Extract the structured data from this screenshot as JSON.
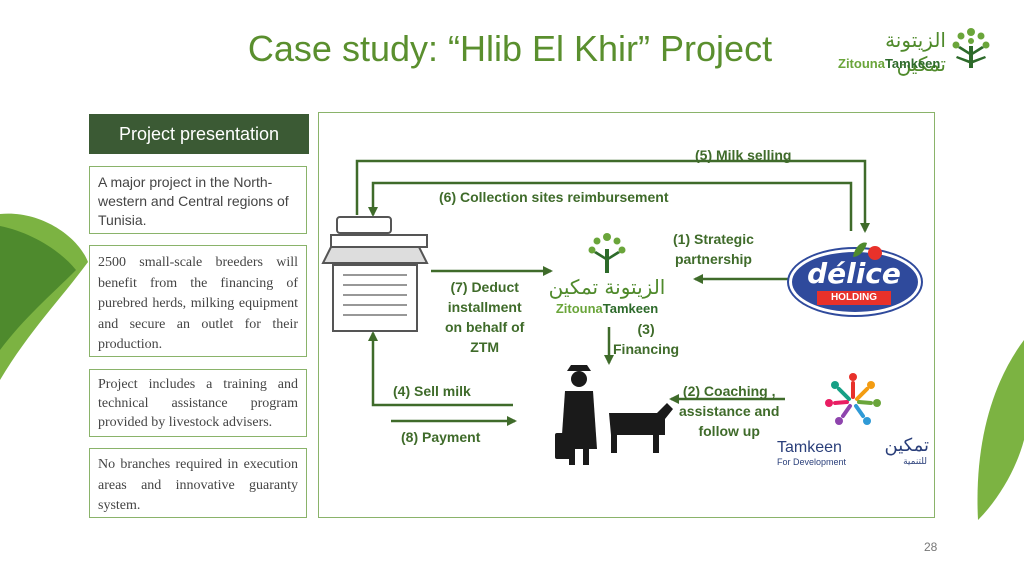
{
  "slide": {
    "title": "Case study: “Hlib El Khir” Project",
    "page_number": "28"
  },
  "logo_top": {
    "arabic": "الزيتونة تمكين",
    "brand_part1": "Zitouna",
    "brand_part2": "Tamkeen"
  },
  "left_panel": {
    "header": "Project presentation",
    "boxes": [
      "A major project in the North-western and Central regions of Tunisia.",
      "2500 small-scale breeders will benefit from the financing of purebred herds, milking equipment and secure an outlet for their production.",
      "Project includes a training and technical assistance program provided by livestock advisers.",
      "No branches required in execution areas and innovative guaranty system."
    ]
  },
  "diagram": {
    "labels": {
      "milk_selling": "(5) Milk selling",
      "collection_reimbursement": "(6) Collection sites reimbursement",
      "strategic_partnership_1": "(1) Strategic",
      "strategic_partnership_2": "partnership",
      "deduct_1": "(7) Deduct",
      "deduct_2": "installment",
      "deduct_3": "on behalf of",
      "deduct_4": "ZTM",
      "financing_1": "(3)",
      "financing_2": "Financing",
      "sell_milk": "(4) Sell milk",
      "payment": "(8) Payment",
      "coaching_1": "(2) Coaching ,",
      "coaching_2": "assistance and",
      "coaching_3": "follow up"
    },
    "ztm_logo": {
      "arabic": "الزيتونة تمكين",
      "brand_part1": "Zitouna",
      "brand_part2": "Tamkeen"
    },
    "delice_logo": {
      "word": "délice",
      "holding": "HOLDING"
    },
    "tamkeen_dev_logo": {
      "name": "Tamkeen",
      "arabic": "تمكين",
      "subtitle": "For Development",
      "arabic_sub": "للتنمية"
    }
  },
  "colors": {
    "primary_green": "#5a8f2e",
    "dark_green": "#3b5a34",
    "arrow_green": "#3f6b2a",
    "delice_blue": "#2f4a9c",
    "holding_red": "#e8312a"
  }
}
